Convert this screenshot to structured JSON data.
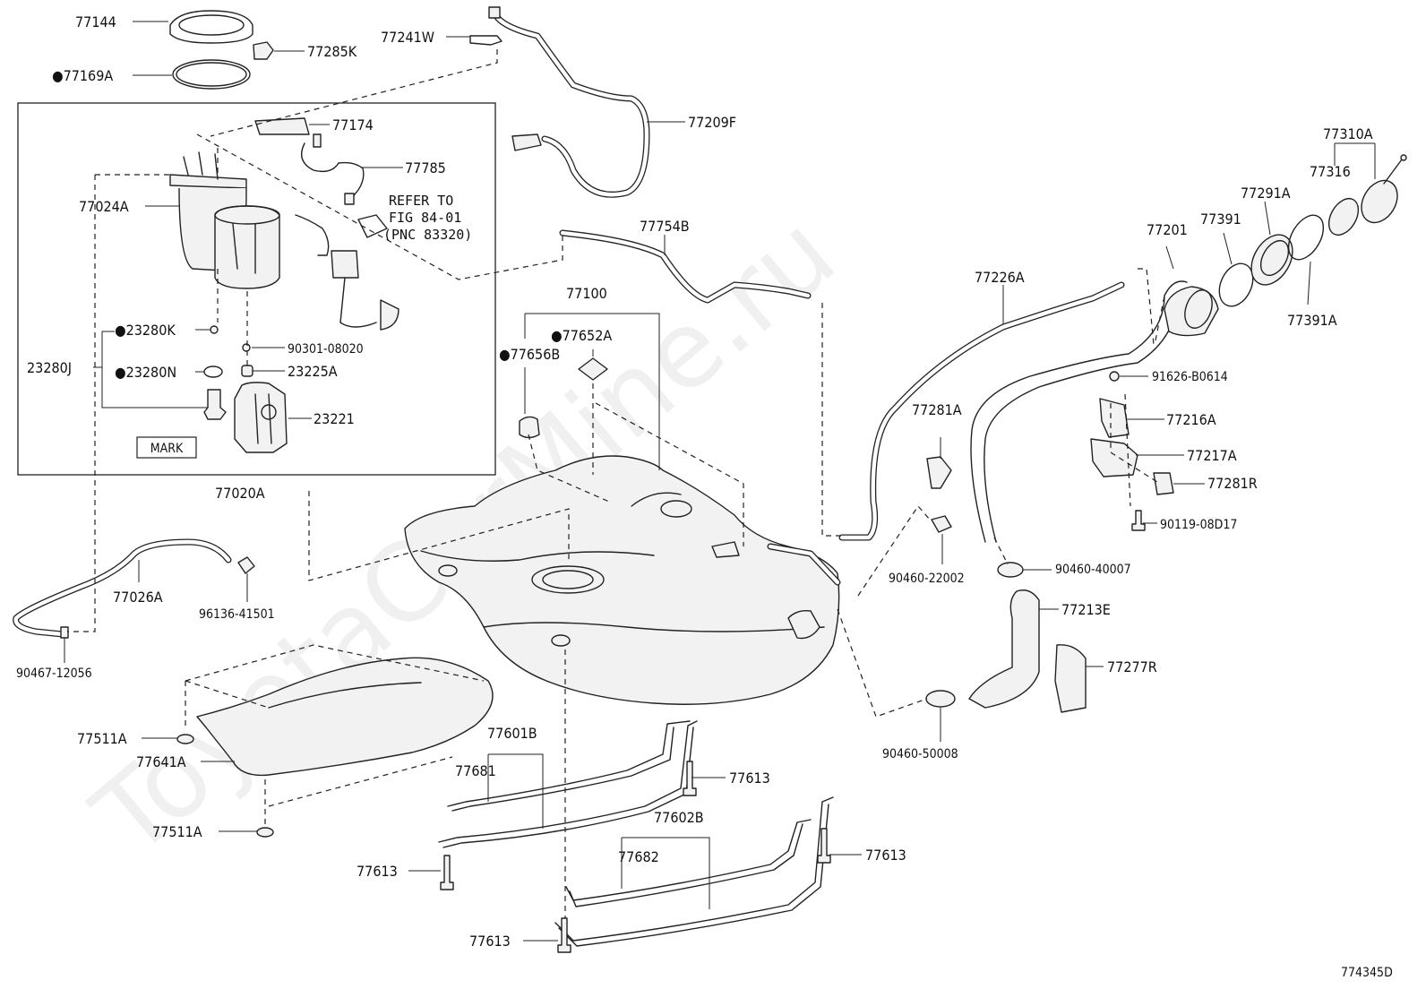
{
  "diagram": {
    "figure_code": "774345D",
    "watermark": "ToyotaCarMine.ru",
    "reference_note": [
      "REFER TO",
      "FIG 84-01",
      "(PNC 83320)"
    ],
    "mark_label": "MARK",
    "parts": {
      "p77144": "77144",
      "p77285K": "77285K",
      "p77169A": "●77169A",
      "p77241W": "77241W",
      "p77209F": "77209F",
      "p77174": "77174",
      "p77785": "77785",
      "p77024A": "77024A",
      "p23280K": "●23280K",
      "p90301_08020": "90301-08020",
      "p23280J": "23280J",
      "p23280N": "●23280N",
      "p23225A": "23225A",
      "p23221": "23221",
      "p77020A": "77020A",
      "p77026A": "77026A",
      "p96136_41501": "96136-41501",
      "p90467_12056": "90467-12056",
      "p77754B": "77754B",
      "p77100": "77100",
      "p77652A": "●77652A",
      "p77656B": "●77656B",
      "p77226A": "77226A",
      "p77201": "77201",
      "p77391": "77391",
      "p77291A": "77291A",
      "p77316": "77316",
      "p77310A": "77310A",
      "p77391A": "77391A",
      "p91626_B0614": "91626-B0614",
      "p77216A": "77216A",
      "p77281A": "77281A",
      "p77217A": "77217A",
      "p77281R": "77281R",
      "p90119_08D17": "90119-08D17",
      "p90460_22002": "90460-22002",
      "p90460_40007": "90460-40007",
      "p77213E": "77213E",
      "p77277R": "77277R",
      "p90460_50008": "90460-50008",
      "p77511A_top": "77511A",
      "p77641A": "77641A",
      "p77511A_bot": "77511A",
      "p77601B": "77601B",
      "p77681": "77681",
      "p77613_a": "77613",
      "p77602B": "77602B",
      "p77682": "77682",
      "p77613_b": "77613",
      "p77613_c": "77613",
      "p77613_d": "77613"
    }
  }
}
